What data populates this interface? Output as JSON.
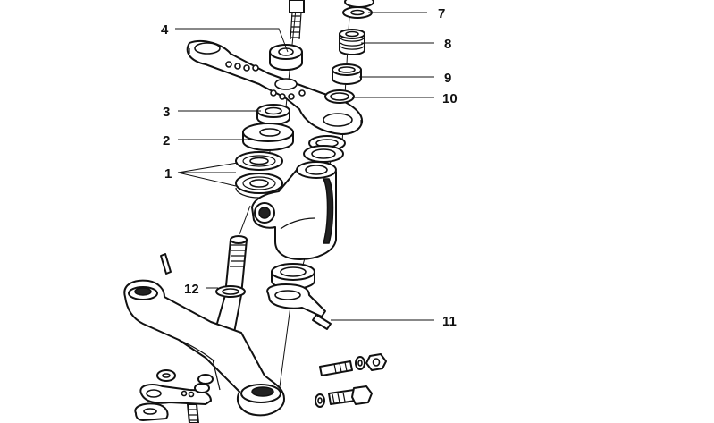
{
  "callouts": [
    {
      "id": "1",
      "label": "1"
    },
    {
      "id": "2",
      "label": "2"
    },
    {
      "id": "3",
      "label": "3"
    },
    {
      "id": "4",
      "label": "4"
    },
    {
      "id": "7",
      "label": "7"
    },
    {
      "id": "8",
      "label": "8"
    },
    {
      "id": "9",
      "label": "9"
    },
    {
      "id": "10",
      "label": "10"
    },
    {
      "id": "11",
      "label": "11"
    },
    {
      "id": "12",
      "label": "12"
    }
  ]
}
